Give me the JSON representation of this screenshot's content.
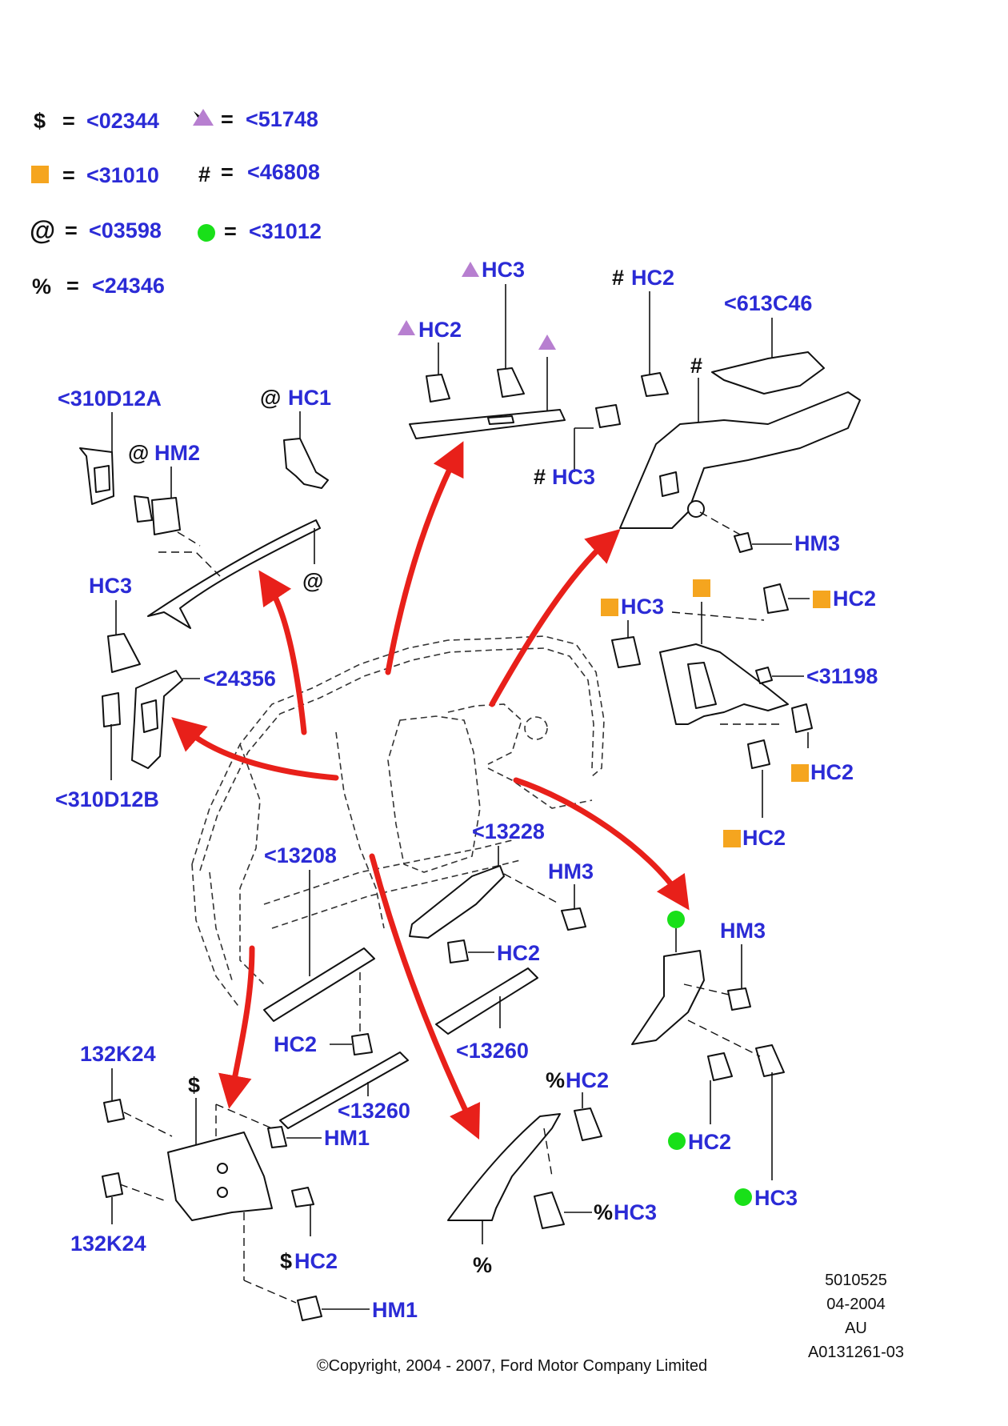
{
  "legend": {
    "dollar": {
      "symbol": "$",
      "eq": "=",
      "code": "<02344"
    },
    "triangle": {
      "eq": "=",
      "code": "<51748"
    },
    "square": {
      "eq": "=",
      "code": "<31010"
    },
    "hash": {
      "symbol": "#",
      "eq": "=",
      "code": "<46808"
    },
    "at": {
      "symbol": "@",
      "eq": "=",
      "code": "<03598"
    },
    "circle": {
      "eq": "=",
      "code": "<31012"
    },
    "percent": {
      "symbol": "%",
      "eq": "=",
      "code": "<24346"
    }
  },
  "colors": {
    "label": "#2b2bd6",
    "arrow": "#e8201a",
    "triangle": "#b77fd0",
    "square": "#f5a51f",
    "circle": "#19e019"
  },
  "labels": {
    "a_pillar_clip": "<310D12A",
    "a_pillar_clip_b": "<310D12B",
    "hc1": "HC1",
    "hm2": "HM2",
    "at_sym": "@",
    "hc3_left": "HC3",
    "p24356": "<24356",
    "hc2_top_tri": "HC2",
    "hc3_top_tri": "HC3",
    "hc2_hash": "HC2",
    "p613c46": "<613C46",
    "hash_sym": "#",
    "hc3_hash": "HC3",
    "hm3_top": "HM3",
    "hc3_sq": "HC3",
    "hc2_sq1": "HC2",
    "p31198": "<31198",
    "hc2_sq2": "HC2",
    "hc2_sq3": "HC2",
    "p13228": "<13228",
    "hm3_mid": "HM3",
    "hc2_mid": "HC2",
    "p13208": "<13208",
    "hc2_sill": "HC2",
    "p13260_a": "<13260",
    "p13260_b": "<13260",
    "hm3_right": "HM3",
    "hc2_circ": "HC2",
    "hc3_circ": "HC3",
    "p132k24_a": "132K24",
    "p132k24_b": "132K24",
    "dollar_sym": "$",
    "hm1_a": "HM1",
    "hm1_b": "HM1",
    "hc2_dollar": "HC2",
    "dollar_sym2": "$",
    "hc2_pct": "HC2",
    "pct_sym": "%",
    "hc3_pct": "HC3",
    "pct_sym2": "%",
    "pct_sym3": "%"
  },
  "meta": {
    "line1": "5010525",
    "line2": "04-2004",
    "line3": "AU",
    "line4": "A0131261-03"
  },
  "copyright": "©Copyright, 2004 - 2007, Ford Motor Company Limited"
}
